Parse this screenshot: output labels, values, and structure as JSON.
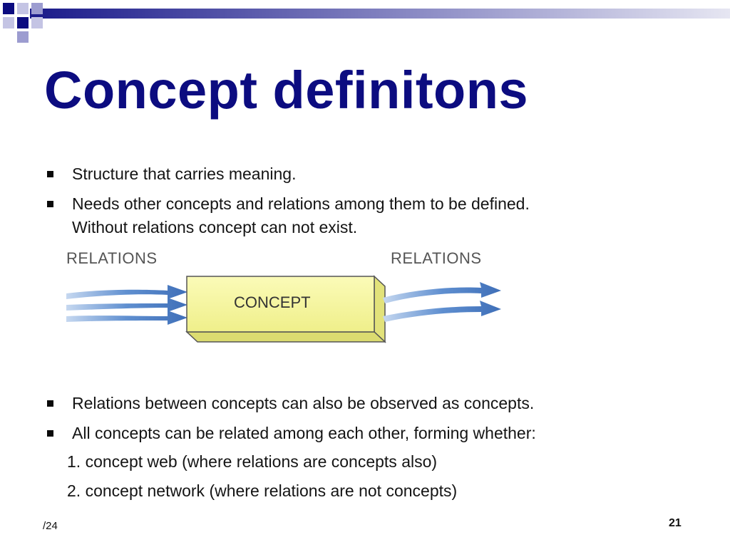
{
  "slide": {
    "title": "Concept definitons",
    "bullets": [
      "Structure that carries meaning.",
      "Needs other concepts and relations among them to be defined.\nWithout relations concept can not exist.",
      "Relations between concepts can also be observed as concepts.",
      "All concepts can be related among each other, forming whether:"
    ],
    "subitems": [
      "1. concept web (where relations are concepts also)",
      "2. concept network (where relations are not concepts)"
    ],
    "diagram": {
      "left_label": "RELATIONS",
      "right_label": "RELATIONS",
      "box_label": "CONCEPT"
    },
    "footer": {
      "left": "/24",
      "page_number": "21"
    }
  },
  "colors": {
    "title": "#0c0c80",
    "deco_dark": "#0c0c80",
    "deco_light": "#a8a8d8",
    "arrow": "#4a7cc2",
    "box_fill": "#f4f49a",
    "box_stroke": "#444444"
  }
}
